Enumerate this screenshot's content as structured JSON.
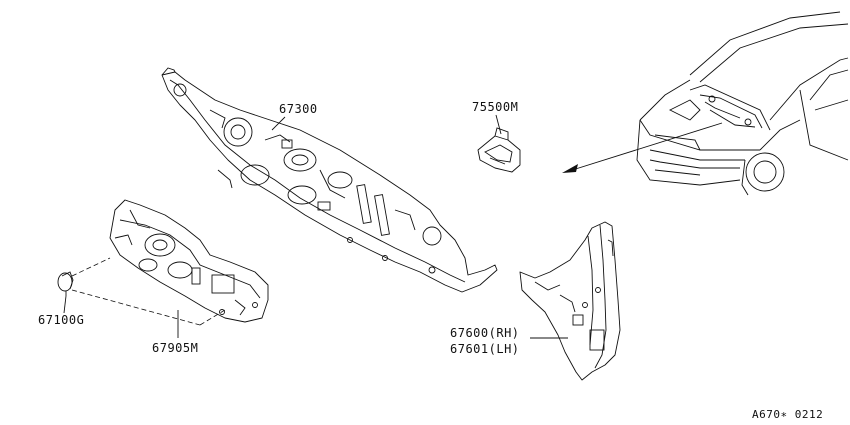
{
  "labels": {
    "cowl_top": "75500M",
    "dash_panel": "67300",
    "insulator_clip": "67100G",
    "insulator": "67905M",
    "side_rh": "67600(RH)",
    "side_lh": "67601(LH)"
  },
  "code": "A670∗ 0212",
  "colors": {
    "ink": "#111111",
    "paper": "#ffffff"
  }
}
